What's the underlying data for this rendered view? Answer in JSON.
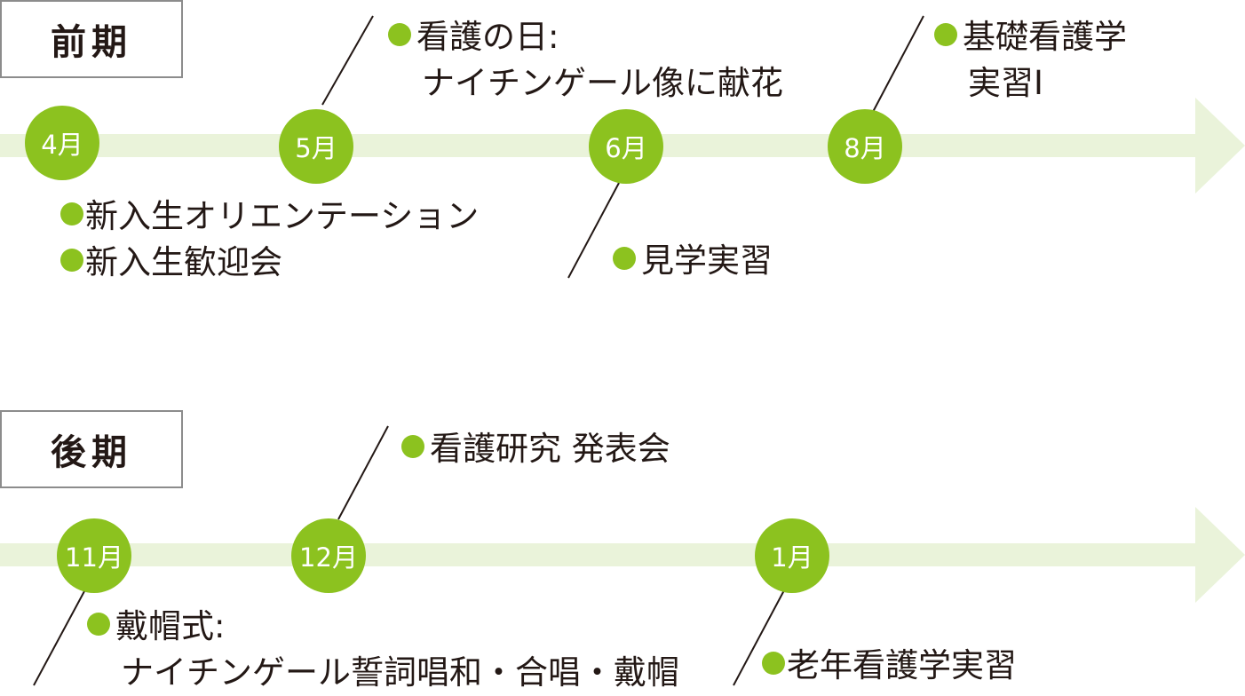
{
  "terms": {
    "first": {
      "title": "前期",
      "months": [
        "4月",
        "5月",
        "6月",
        "8月"
      ],
      "events": {
        "nursing_day_title": "看護の日:",
        "nursing_day_detail": "ナイチンゲール像に献花",
        "basic_practice_line1": "基礎看護学",
        "basic_practice_line2": "実習Ⅰ",
        "orientation": "新入生オリエンテーション",
        "welcome_party": "新入生歓迎会",
        "observation_practice": "見学実習"
      }
    },
    "second": {
      "title": "後期",
      "months": [
        "11月",
        "12月",
        "1月"
      ],
      "events": {
        "research_presentation": "看護研究 発表会",
        "capping_title": "戴帽式:",
        "capping_detail": "ナイチンゲール誓詞唱和・合唱・戴帽",
        "geriatric_practice": "老年看護学実習"
      }
    }
  },
  "colors": {
    "accent": "#8cc21f",
    "band": "#eaf3da",
    "text": "#231815",
    "box_border": "#8c8c8c"
  }
}
